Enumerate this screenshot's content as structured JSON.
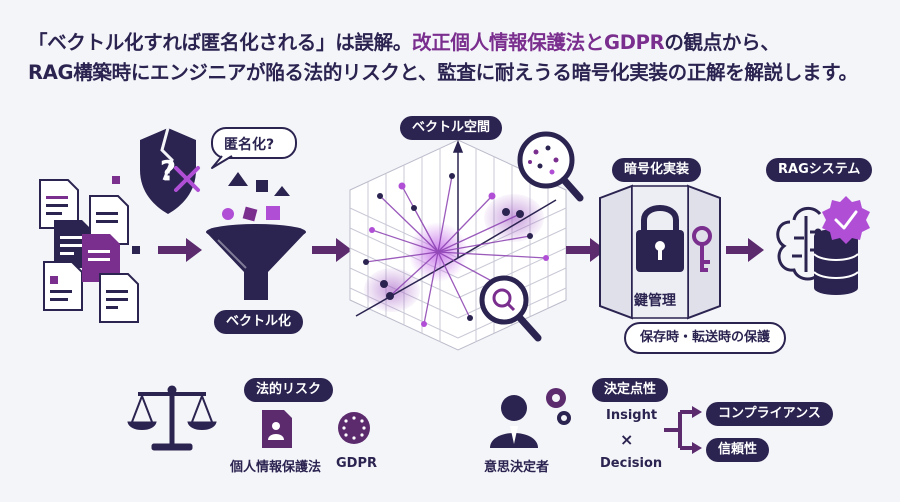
{
  "headline": {
    "line1_part1": "「ベクトル化すれば匿名化される」は誤解。",
    "line1_part2_accent": "改正個人情報保護法とGDPR",
    "line1_part3": "の観点から、",
    "line2": "RAG構築時にエンジニアが陥る法的リスクと、監査に耐えうる暗号化実装の正解を解説します。"
  },
  "labels": {
    "anonymize_question": "匿名化?",
    "vectorize": "ベクトル化",
    "vector_space": "ベクトル空間",
    "encryption_impl": "暗号化実装",
    "key_management": "鍵管理",
    "protection": "保存時・転送時の保護",
    "rag_system": "RAGシステム",
    "legal_risk": "法的リスク",
    "privacy_law": "個人情報保護法",
    "gdpr": "GDPR",
    "decision_points": "決定点性",
    "insight": "Insight",
    "times": "×",
    "decision": "Decision",
    "decision_maker": "意思決定者",
    "compliance": "コンプライアンス",
    "reliability": "信頼性"
  },
  "colors": {
    "navy": "#2b2350",
    "purple": "#7a2e8e",
    "violet": "#b04fd6",
    "background": "#f4f5f9"
  }
}
